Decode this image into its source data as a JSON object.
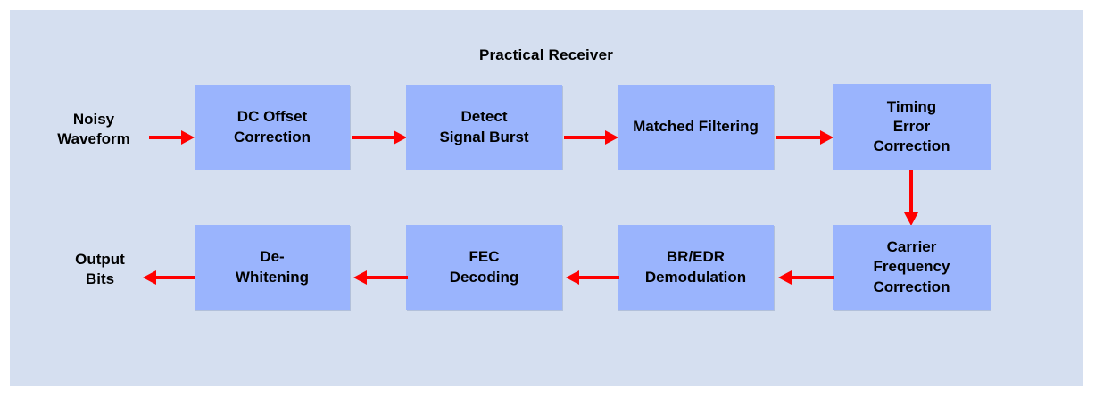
{
  "diagram": {
    "title": "Practical Receiver",
    "colors": {
      "panel_background": "#d5dff0",
      "block_fill": "#9ab4fd",
      "arrow": "#ff0000",
      "text": "#000000",
      "page_background": "#ffffff"
    },
    "input_label": "Noisy\nWaveform",
    "output_label": "Output\nBits",
    "blocks": [
      {
        "id": "dc-offset-correction",
        "label": "DC Offset\nCorrection"
      },
      {
        "id": "detect-signal-burst",
        "label": "Detect\nSignal Burst"
      },
      {
        "id": "matched-filtering",
        "label": "Matched Filtering"
      },
      {
        "id": "timing-error-correction",
        "label": "Timing\nError\nCorrection"
      },
      {
        "id": "carrier-frequency-correction",
        "label": "Carrier\nFrequency\nCorrection"
      },
      {
        "id": "brEdr-demodulation",
        "label": "BR/EDR\nDemodulation"
      },
      {
        "id": "fec-decoding",
        "label": "FEC\nDecoding"
      },
      {
        "id": "de-whitening",
        "label": "De-\nWhitening"
      }
    ],
    "flow_order": [
      "Noisy Waveform",
      "DC Offset Correction",
      "Detect Signal Burst",
      "Matched Filtering",
      "Timing Error Correction",
      "Carrier Frequency Correction",
      "BR/EDR Demodulation",
      "FEC Decoding",
      "De-Whitening",
      "Output Bits"
    ]
  }
}
